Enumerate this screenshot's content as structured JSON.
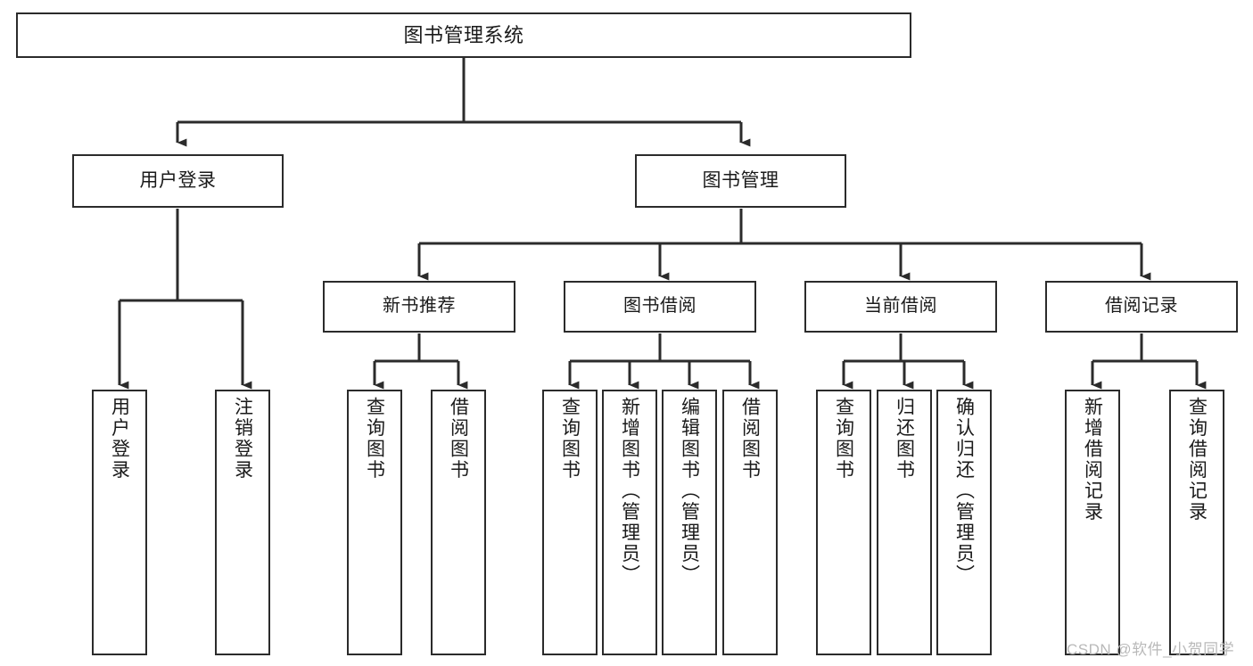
{
  "diagram": {
    "type": "tree-hierarchy-chart",
    "title": "图书管理系统",
    "watermark": "CSDN @软件_小贺同学",
    "colors": {
      "stroke": "#2b2b2b",
      "box_fill": "#ffffff",
      "text": "#1a1a1a",
      "background": "#ffffff",
      "watermark": "#b9b9b9"
    },
    "nodes": {
      "root": {
        "label": "图书管理系统"
      },
      "level2": [
        {
          "label": "用户登录"
        },
        {
          "label": "图书管理"
        }
      ],
      "level3": [
        {
          "label": "新书推荐"
        },
        {
          "label": "图书借阅"
        },
        {
          "label": "当前借阅"
        },
        {
          "label": "借阅记录"
        }
      ],
      "leaves": {
        "user_login": [
          {
            "label": "用户登录"
          },
          {
            "label": "注销登录"
          }
        ],
        "new_book_recommend": [
          {
            "label": "查询图书"
          },
          {
            "label": "借阅图书"
          }
        ],
        "book_borrow": [
          {
            "label": "查询图书"
          },
          {
            "label": "新增图书（管理员）"
          },
          {
            "label": "编辑图书（管理员）"
          },
          {
            "label": "借阅图书"
          }
        ],
        "current_borrow": [
          {
            "label": "查询图书"
          },
          {
            "label": "归还图书"
          },
          {
            "label": "确认归还（管理员）"
          }
        ],
        "borrow_record": [
          {
            "label": "新增借阅记录"
          },
          {
            "label": "查询借阅记录"
          }
        ]
      }
    }
  }
}
